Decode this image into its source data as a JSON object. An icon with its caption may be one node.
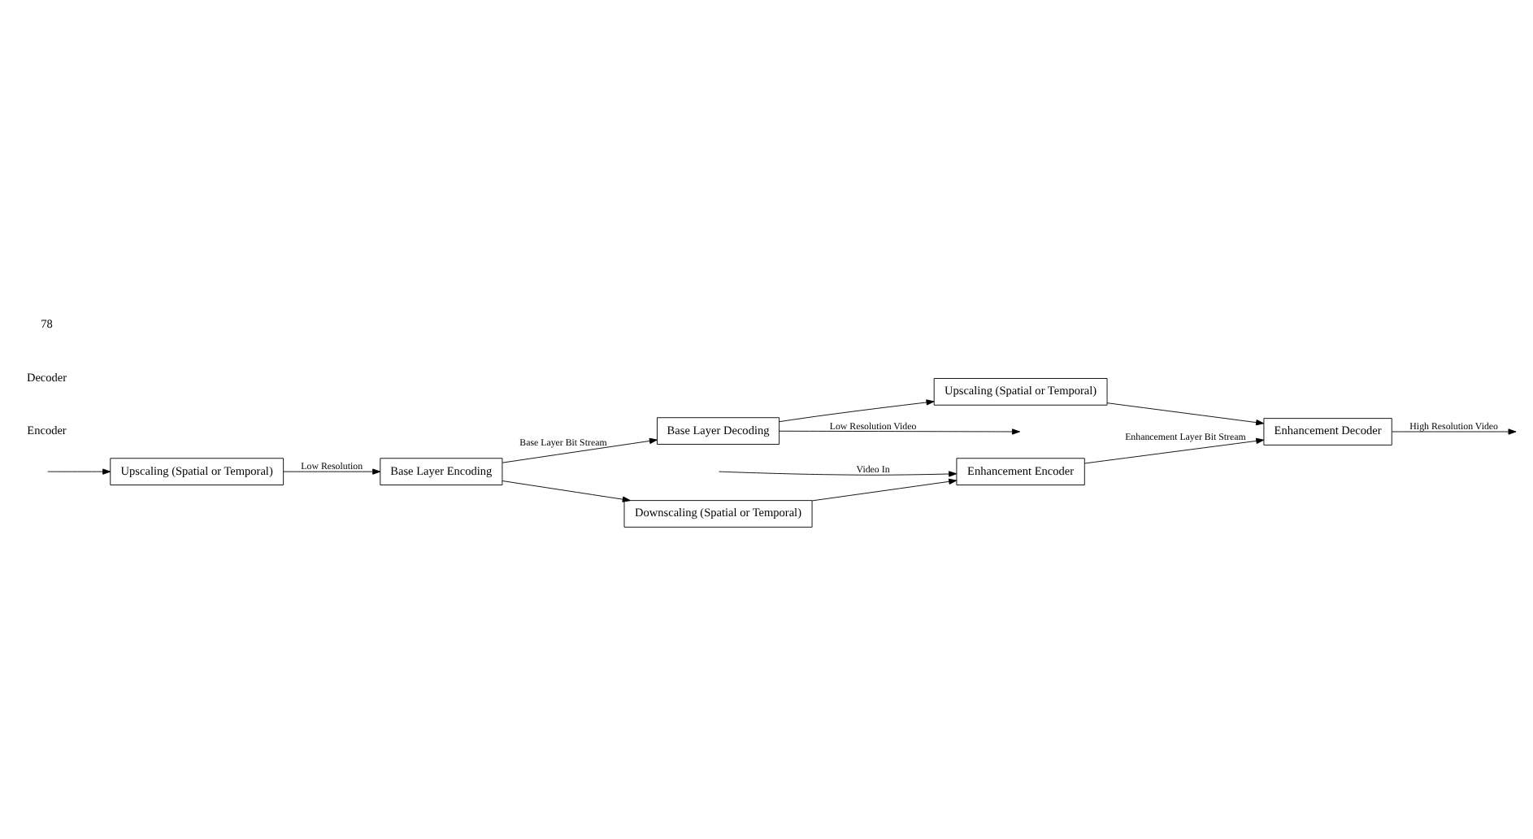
{
  "diagram": {
    "nodes": [
      {
        "text": [
          "Enhancement Encoder"
        ]
      },
      {
        "text": [
          "Upscaling (Spatial or Temporal)"
        ]
      },
      {
        "text": [
          "Downscaling (Spatial or Temporal)"
        ]
      },
      {
        "text": [
          "Base Layer Encoding"
        ]
      },
      {
        "text": [
          "Enhancement Decoder"
        ]
      },
      {
        "text": [
          "Upscaling (Spatial or Temporal)"
        ]
      },
      {
        "text": [
          "Base Layer Decoding"
        ]
      }
    ],
    "edges": [
      {
        "from": null,
        "to": 0,
        "arrow": "to",
        "label": "Video In"
      },
      {
        "from": null,
        "to": 1,
        "arrow": "to"
      },
      {
        "from": 1,
        "to": 3,
        "arrow": "to",
        "label": "Low Resolution"
      },
      {
        "from": 3,
        "to": 2,
        "arrow": "to"
      },
      {
        "from": 2,
        "to": 0,
        "arrow": "to"
      },
      {
        "from": 0,
        "to": 4,
        "arrow": "to",
        "label": "Enhancement Layer Bit Stream"
      },
      {
        "from": 3,
        "to": 6,
        "arrow": "to",
        "label": "Base Layer Bit Stream"
      },
      {
        "from": 6,
        "to": 5,
        "arrow": "to"
      },
      {
        "from": 5,
        "to": 4,
        "arrow": "to"
      },
      {
        "from": 4,
        "to": null,
        "arrow": "to",
        "label": "High Resolution Video"
      },
      {
        "from": 6,
        "to": null,
        "arrow": "to",
        "label": "Low Resolution Video"
      }
    ],
    "labels": [
      "Encoder",
      "Decoder",
      "78"
    ]
  }
}
